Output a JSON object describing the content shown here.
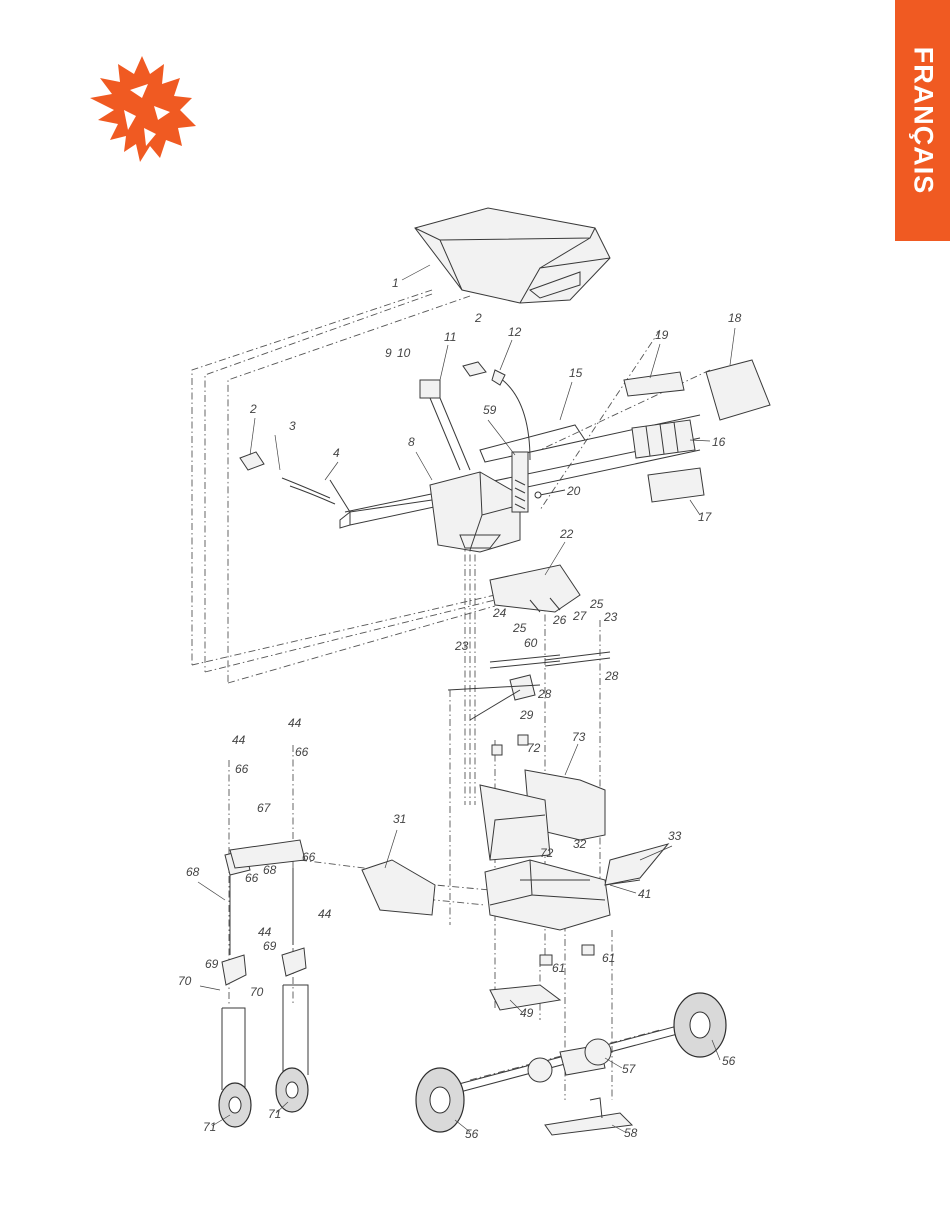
{
  "language_tab": {
    "label": "FRANÇAIS",
    "color": "#f05a22"
  },
  "brand": {
    "logo_icon": "wolf-head-icon",
    "color": "#f05a22"
  },
  "callouts": [
    "1",
    "2",
    "2",
    "3",
    "4",
    "8",
    "9",
    "10",
    "11",
    "12",
    "15",
    "16",
    "17",
    "18",
    "19",
    "20",
    "22",
    "23",
    "23",
    "24",
    "25",
    "25",
    "26",
    "27",
    "28",
    "28",
    "29",
    "31",
    "32",
    "33",
    "41",
    "44",
    "44",
    "44",
    "44",
    "49",
    "56",
    "56",
    "57",
    "58",
    "59",
    "60",
    "61",
    "61",
    "66",
    "66",
    "66",
    "66",
    "67",
    "68",
    "68",
    "69",
    "69",
    "70",
    "70",
    "71",
    "71",
    "72",
    "72",
    "73"
  ]
}
